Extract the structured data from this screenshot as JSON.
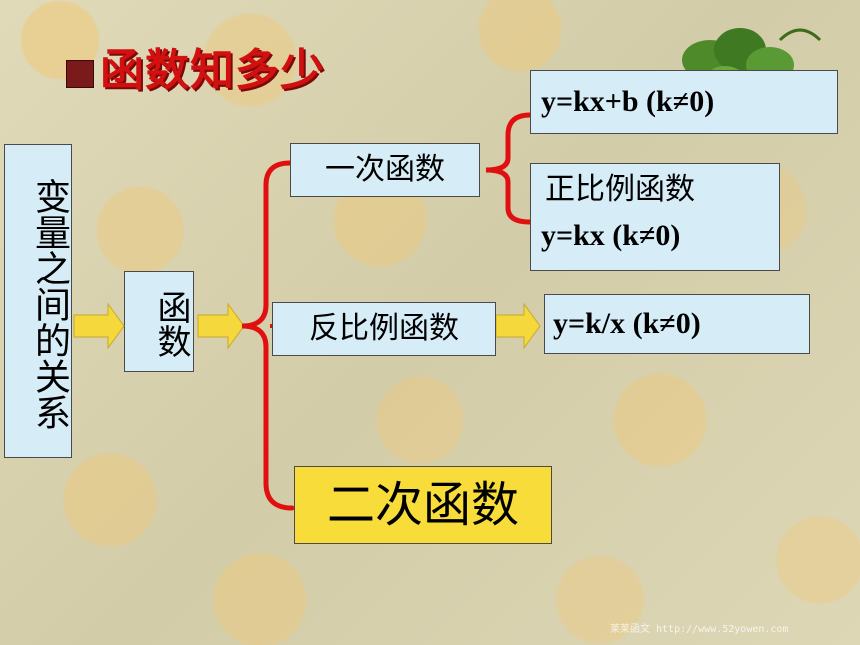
{
  "title": "函数知多少",
  "left_label": "变量之间的关系",
  "function_box": "函数",
  "branches": {
    "linear": "一次函数",
    "inverse": "反比例函数",
    "quadratic": "二次函数"
  },
  "formulas": {
    "linear": "y=kx+b (k≠0)",
    "proportional_label": "正比例函数",
    "proportional_formula": "y=kx (k≠0)",
    "inverse": "y=k/x (k≠0)"
  },
  "watermark": "莱莱函文 http://www.52yowen.com",
  "colors": {
    "title_red": "#d21010",
    "bracket_red": "#e01010",
    "box_blue": "#d6ecf7",
    "highlight_yellow": "#f8dc3a",
    "arrow_yellow": "#f4d83c"
  }
}
